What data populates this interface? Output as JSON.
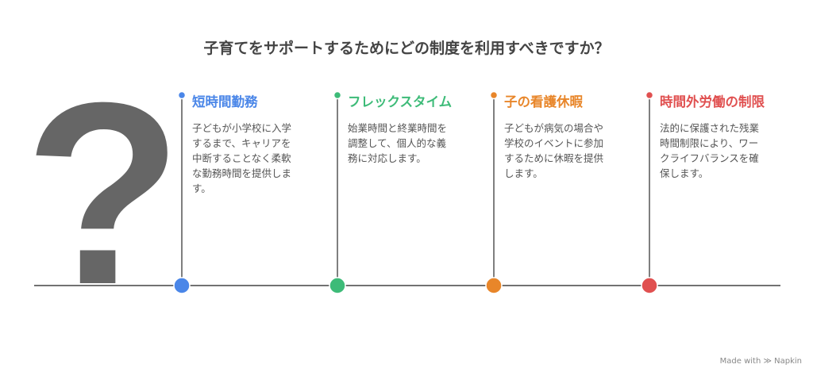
{
  "title": "子育てをサポートするためにどの制度を利用すべきですか？",
  "question_mark": "?",
  "items": [
    {
      "heading": "短時間勤務",
      "description": "子どもが小学校に入学するまで、キャリアを中断することなく柔軟な勤務時間を提供します。",
      "color": "#4a86e8"
    },
    {
      "heading": "フレックスタイム",
      "description": "始業時間と終業時間を調整して、個人的な義務に対応します。",
      "color": "#3dbb78"
    },
    {
      "heading": "子の看護休暇",
      "description": "子どもが病気の場合や学校のイベントに参加するために休暇を提供します。",
      "color": "#e8862a"
    },
    {
      "heading": "時間外労働の制限",
      "description": "法的に保護された残業時間制限により、ワークライフバランスを確保します。",
      "color": "#e05050"
    }
  ],
  "footer": "Made with ≫ Napkin"
}
